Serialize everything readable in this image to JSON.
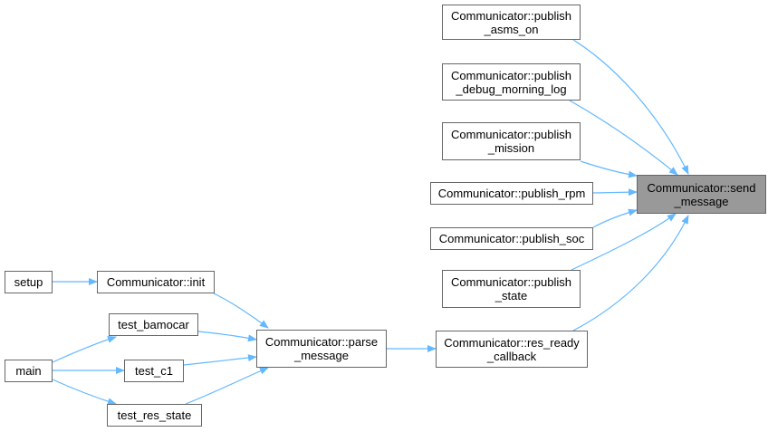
{
  "colors": {
    "edge": "#63b8ff",
    "node_border": "#666666",
    "node_fill": "#ffffff",
    "current_fill": "#999999"
  },
  "nodes": {
    "send_message": {
      "line1": "Communicator::send",
      "line2": "_message"
    },
    "publish_asms_on": {
      "line1": "Communicator::publish",
      "line2": "_asms_on"
    },
    "publish_debug": {
      "line1": "Communicator::publish",
      "line2": "_debug_morning_log"
    },
    "publish_mission": {
      "line1": "Communicator::publish",
      "line2": "_mission"
    },
    "publish_rpm": {
      "line1": "Communicator::publish_rpm"
    },
    "publish_soc": {
      "line1": "Communicator::publish_soc"
    },
    "publish_state": {
      "line1": "Communicator::publish",
      "line2": "_state"
    },
    "res_ready": {
      "line1": "Communicator::res_ready",
      "line2": "_callback"
    },
    "parse_message": {
      "line1": "Communicator::parse",
      "line2": "_message"
    },
    "init": {
      "line1": "Communicator::init"
    },
    "setup": {
      "line1": "setup"
    },
    "test_bamocar": {
      "line1": "test_bamocar"
    },
    "test_c1": {
      "line1": "test_c1"
    },
    "test_res_state": {
      "line1": "test_res_state"
    },
    "main": {
      "line1": "main"
    }
  }
}
